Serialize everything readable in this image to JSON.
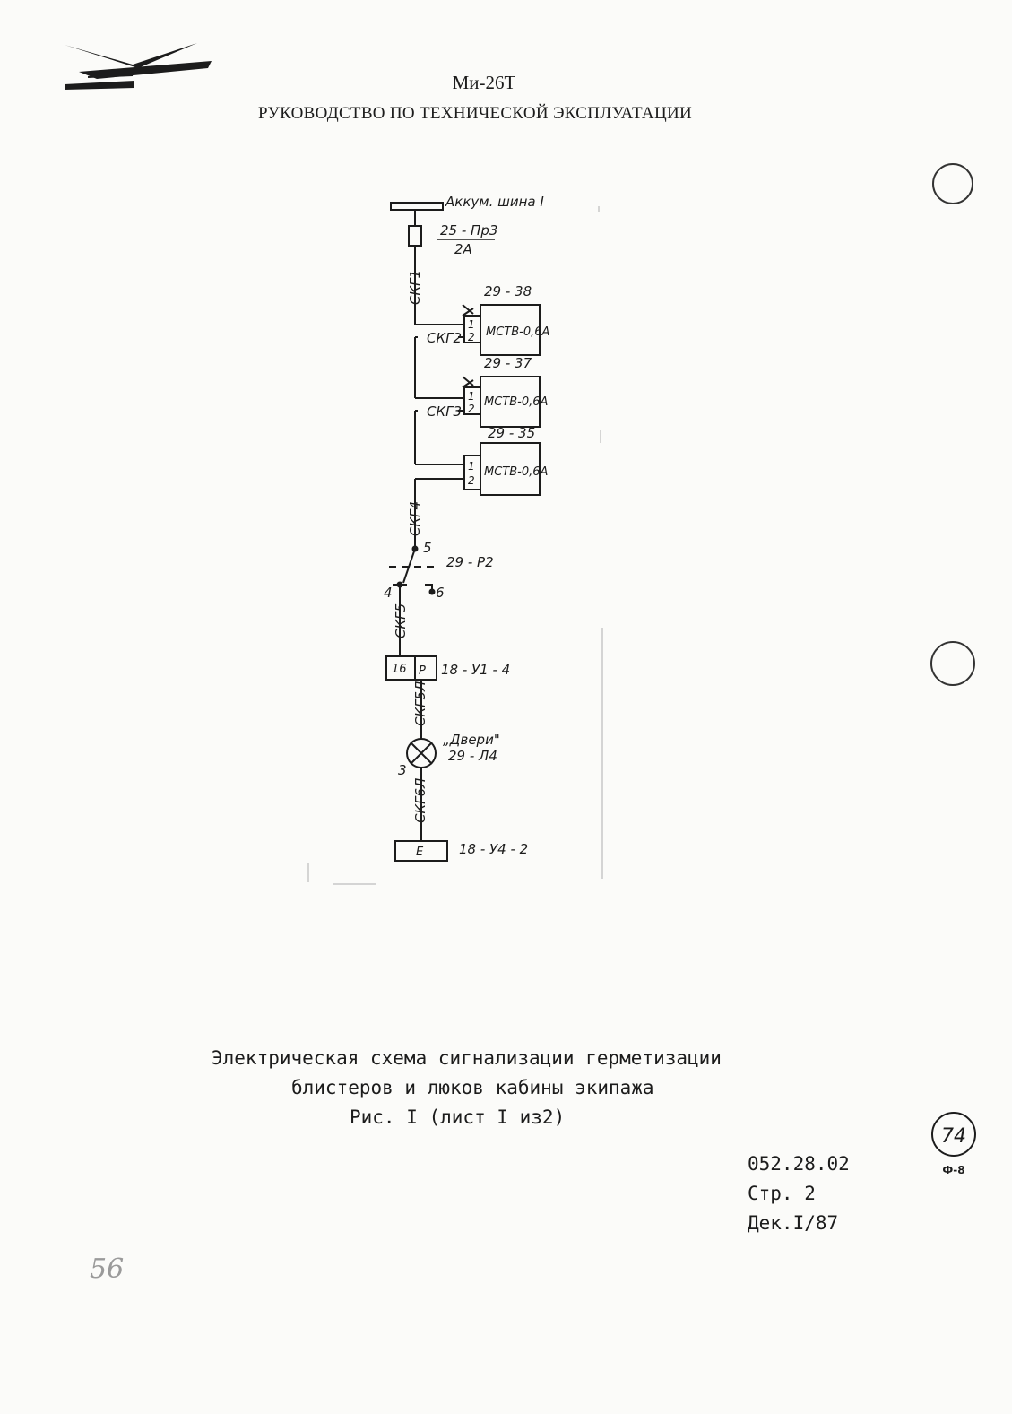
{
  "header": {
    "model": "Ми-26Т",
    "manual": "РУКОВОДСТВО ПО ТЕХНИЧЕСКОЙ ЭКСПЛУАТАЦИИ"
  },
  "schematic": {
    "bus": "Аккум. шина I",
    "fuse_ref": "25 - Пр3",
    "fuse_rating": "2А",
    "wires": [
      "СКГ1",
      "СКГ2",
      "СКГ3",
      "СКГ4",
      "СКГ5",
      "СКГ5Л",
      "СКГ6Л"
    ],
    "devices": [
      {
        "ref": "29 - 38",
        "type": "МСТВ-0,6А"
      },
      {
        "ref": "29 - 37",
        "type": "МСТВ-0,6А"
      },
      {
        "ref": "29 - 35",
        "type": "МСТВ-0,6А"
      }
    ],
    "pins": [
      "1",
      "2"
    ],
    "relay": {
      "ref": "29 - Р2",
      "common": "5",
      "contact_a": "4",
      "contact_b": "6"
    },
    "connector1": {
      "ref": "18 - У1 - 4",
      "pin": "16",
      "socket": "Р"
    },
    "lamp": {
      "name": "„Двери\"",
      "ref": "29 - Л4",
      "pin": "3"
    },
    "connector2": {
      "ref": "18 - У4 - 2",
      "socket": "Е"
    }
  },
  "caption": {
    "line1": "Электрическая схема сигнализации герметизации",
    "line2": "блистеров и люков кабины экипажа",
    "line3": "Рис. I (лист I из2)"
  },
  "doc": {
    "number": "052.28.02",
    "page": "Стр. 2",
    "revision": "Дек.I/87"
  },
  "stamp": {
    "number": "74",
    "mark": "Ф-8"
  },
  "handwritten": "56"
}
